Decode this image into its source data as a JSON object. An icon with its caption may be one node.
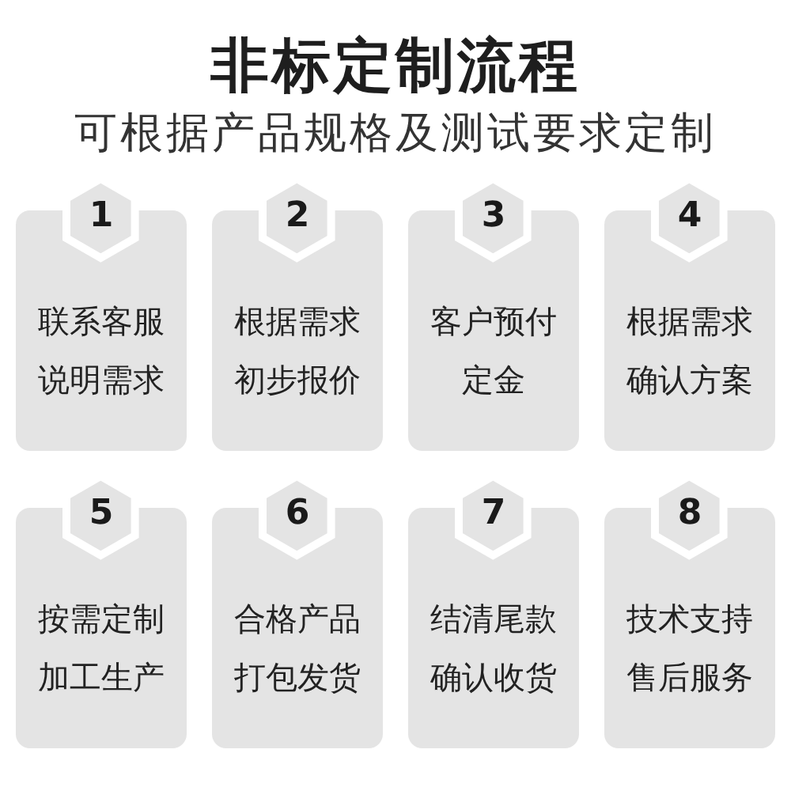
{
  "diagram": {
    "title": "非标定制流程",
    "nodes": [
      {
        "text": [
          "1",
          "联系客服说明需求"
        ]
      },
      {
        "text": [
          "2",
          "根据需求初步报价"
        ]
      },
      {
        "text": [
          "3",
          "客户预付定金"
        ]
      },
      {
        "text": [
          "4",
          "根据需求确认方案"
        ]
      },
      {
        "text": [
          "5",
          "按需定制加工生产"
        ]
      },
      {
        "text": [
          "6",
          "合格产品打包发货"
        ]
      },
      {
        "text": [
          "7",
          "结清尾款确认收货"
        ]
      },
      {
        "text": [
          "8",
          "技术支持售后服务"
        ]
      }
    ],
    "labels": [
      "可根据产品规格及测试要求定制"
    ]
  }
}
